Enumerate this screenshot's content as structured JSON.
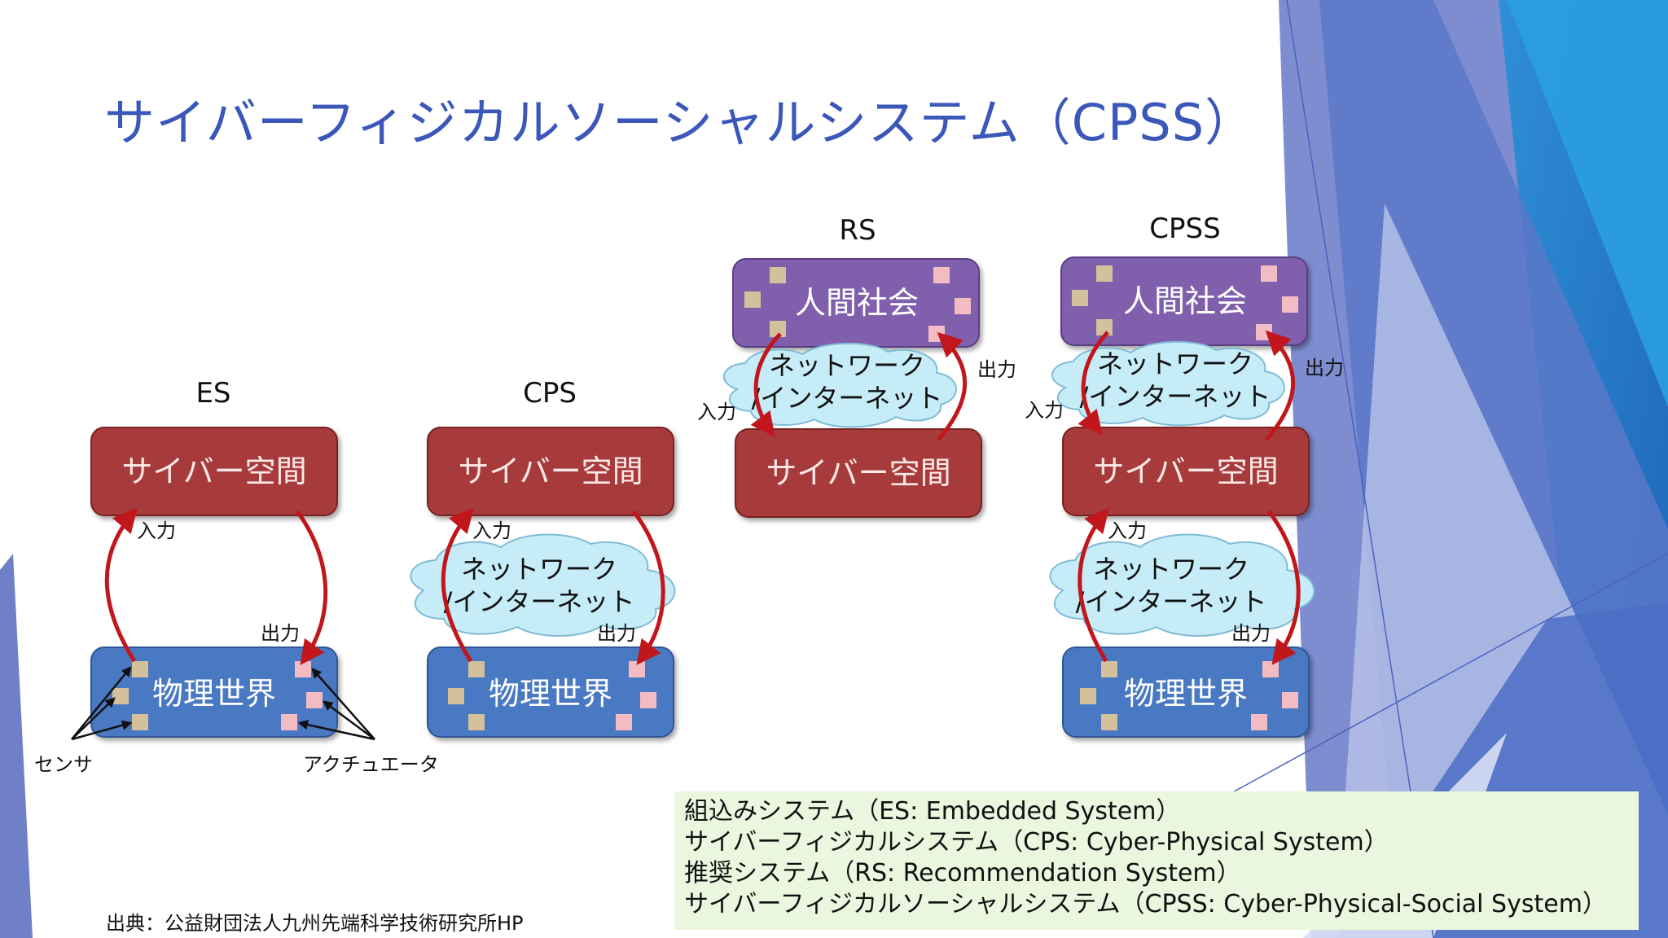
{
  "title": "サイバーフィジカルソーシャルシステム（CPSS）",
  "source": "出典：公益財団法人九州先端科学技術研究所HP",
  "diagram": {
    "es": {
      "label": "ES",
      "cyber": "サイバー空間",
      "physical": "物理世界",
      "input": "入力",
      "output": "出力",
      "sensor": "センサ",
      "actuator": "アクチュエータ"
    },
    "cps": {
      "label": "CPS",
      "cyber": "サイバー空間",
      "physical": "物理世界",
      "input": "入力",
      "output": "出力",
      "network1": "ネットワーク",
      "network2": "/インターネット"
    },
    "rs": {
      "label": "RS",
      "social": "人間社会",
      "cyber": "サイバー空間",
      "input": "入力",
      "output": "出力",
      "network1": "ネットワーク",
      "network2": "/インターネット"
    },
    "cpss": {
      "label": "CPSS",
      "social": "人間社会",
      "cyber": "サイバー空間",
      "physical": "物理世界",
      "input_top": "入力",
      "output_top": "出力",
      "input_bottom": "入力",
      "output_bottom": "出力",
      "network1": "ネットワーク",
      "network2": "/インターネット"
    }
  },
  "legend": [
    "組込みシステム（ES: Embedded System）",
    "サイバーフィジカルシステム（CPS: Cyber-Physical System）",
    "推奨システム（RS: Recommendation System）",
    "サイバーフィジカルソーシャルシステム（CPSS: Cyber-Physical-Social System）"
  ],
  "colors": {
    "title": "#3b57b9",
    "cyber_box": "#a73a3a",
    "physical_box": "#4a79c2",
    "social_box": "#8060ad",
    "cloud": "#c6ecf7",
    "arrow": "#c0161c",
    "legend_bg": "#eaf6de",
    "sensor_square": "#d2c19a",
    "actuator_square": "#f2bcc2"
  }
}
